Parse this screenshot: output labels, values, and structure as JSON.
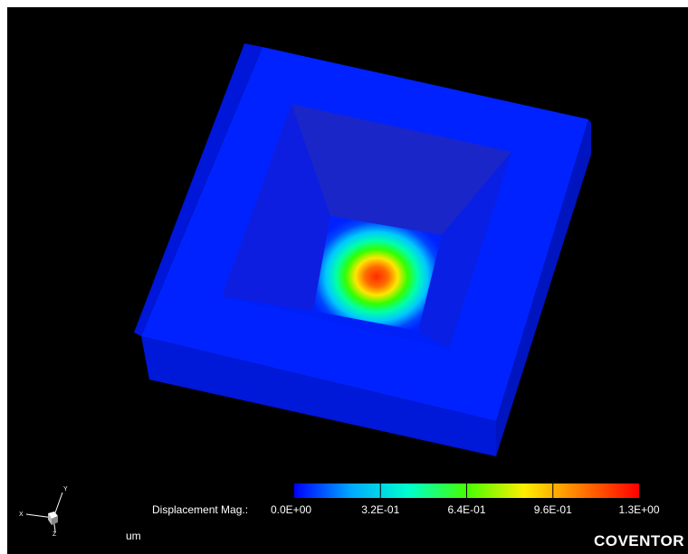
{
  "legend": {
    "title": "Displacement Mag.:",
    "ticks": [
      "0.0E+00",
      "3.2E-01",
      "6.4E-01",
      "9.6E-01",
      "1.3E+00"
    ],
    "units": "um"
  },
  "brand": "COVENTOR",
  "triad": {
    "x": "X",
    "y": "Y",
    "z": "Z"
  },
  "colors": {
    "background": "#000000",
    "model": "#0022ff",
    "colormap": [
      "#0000ff",
      "#00aaff",
      "#00ffcc",
      "#44ff00",
      "#ffee00",
      "#ff7700",
      "#ff0000"
    ]
  }
}
